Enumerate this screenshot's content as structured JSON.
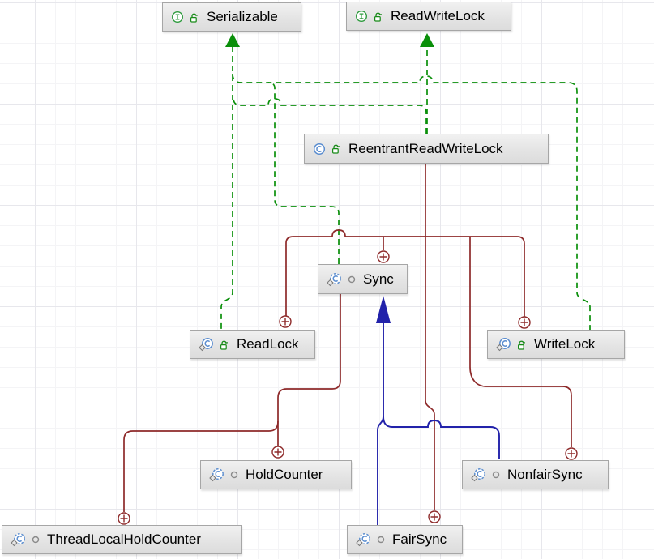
{
  "diagram": {
    "title": "ReentrantReadWriteLock class diagram",
    "colors": {
      "realization_edge": "#0a8f0a",
      "inner_class_edge": "#8e2a2a",
      "extends_edge": "#2222aa",
      "interface_icon": "#2e9b3e",
      "class_icon": "#5b8dcf",
      "node_background": "#e4e4e4",
      "node_border": "#a6a6a6"
    },
    "nodes": {
      "serializable": {
        "label": "Serializable",
        "kind": "interface",
        "visibility": "public"
      },
      "readwritelock": {
        "label": "ReadWriteLock",
        "kind": "interface",
        "visibility": "public"
      },
      "reentrantreadwritelock": {
        "label": "ReentrantReadWriteLock",
        "kind": "class",
        "visibility": "public"
      },
      "sync": {
        "label": "Sync",
        "kind": "abstract-nested-class",
        "visibility": "package-private"
      },
      "readlock": {
        "label": "ReadLock",
        "kind": "nested-class",
        "visibility": "public"
      },
      "writelock": {
        "label": "WriteLock",
        "kind": "nested-class",
        "visibility": "public"
      },
      "holdcounter": {
        "label": "HoldCounter",
        "kind": "nested-class",
        "visibility": "package-private"
      },
      "nonfairsync": {
        "label": "NonfairSync",
        "kind": "nested-class",
        "visibility": "package-private"
      },
      "threadlocalholdcounter": {
        "label": "ThreadLocalHoldCounter",
        "kind": "nested-class",
        "visibility": "package-private"
      },
      "fairsync": {
        "label": "FairSync",
        "kind": "nested-class",
        "visibility": "package-private"
      }
    },
    "edges": [
      {
        "from": "ReentrantReadWriteLock",
        "to": "ReadWriteLock",
        "type": "realization"
      },
      {
        "from": "ReentrantReadWriteLock",
        "to": "Serializable",
        "type": "realization"
      },
      {
        "from": "Sync",
        "to": "Serializable",
        "type": "realization"
      },
      {
        "from": "ReadLock",
        "to": "Serializable",
        "type": "realization"
      },
      {
        "from": "WriteLock",
        "to": "Serializable",
        "type": "realization"
      },
      {
        "outer": "ReentrantReadWriteLock",
        "inner": "Sync",
        "type": "inner-class"
      },
      {
        "outer": "ReentrantReadWriteLock",
        "inner": "ReadLock",
        "type": "inner-class"
      },
      {
        "outer": "ReentrantReadWriteLock",
        "inner": "WriteLock",
        "type": "inner-class"
      },
      {
        "outer": "ReentrantReadWriteLock",
        "inner": "FairSync",
        "type": "inner-class"
      },
      {
        "outer": "ReentrantReadWriteLock",
        "inner": "NonfairSync",
        "type": "inner-class"
      },
      {
        "outer": "Sync",
        "inner": "HoldCounter",
        "type": "inner-class"
      },
      {
        "outer": "Sync",
        "inner": "ThreadLocalHoldCounter",
        "type": "inner-class"
      },
      {
        "from": "NonfairSync",
        "to": "Sync",
        "type": "extends"
      },
      {
        "from": "FairSync",
        "to": "Sync",
        "type": "extends"
      }
    ]
  }
}
